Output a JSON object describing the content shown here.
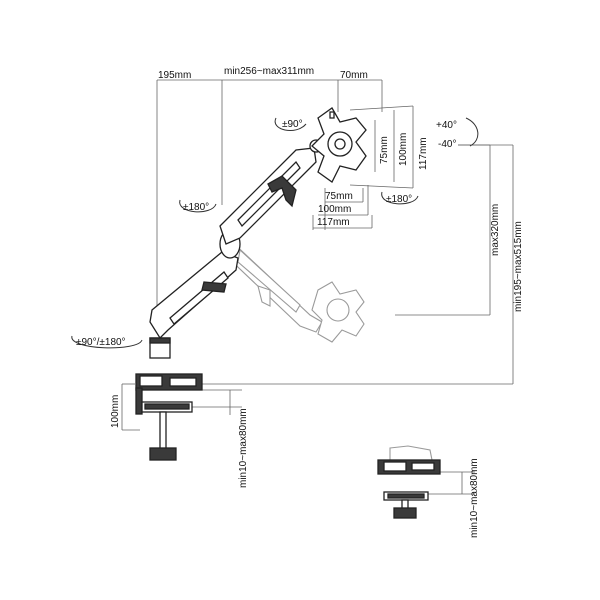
{
  "dimensions": {
    "reach_a": "195mm",
    "reach_b": "min256~max311mm",
    "plate_offset": "70mm",
    "vesa_v_75": "75mm",
    "vesa_v_100": "100mm",
    "vesa_v_117": "117mm",
    "vesa_h_75": "75mm",
    "vesa_h_100": "100mm",
    "vesa_h_117": "117mm",
    "height_travel": "max320mm",
    "height_range": "min195~max515mm",
    "clamp_height": "100mm",
    "desk_thickness": "min10~max80mm",
    "desk_thickness_alt": "min10~max80mm"
  },
  "rotations": {
    "plate_rotation": "±90°",
    "tilt_up": "+40°",
    "tilt_down": "-40°",
    "elbow_swivel": "±180°",
    "head_swivel": "±180°",
    "base_swivel": "±90°/±180°"
  },
  "colors": {
    "line": "#222222",
    "ghost": "#9a9a9a",
    "dimension": "#666666"
  }
}
